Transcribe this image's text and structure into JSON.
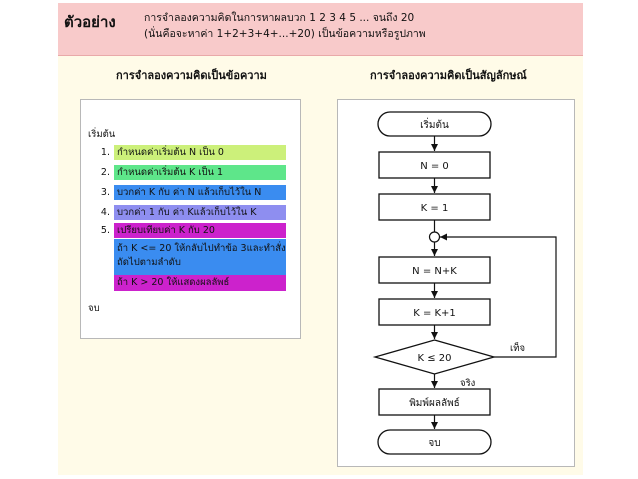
{
  "banner": {
    "label": "ตัวอย่าง",
    "line1": "การจำลองความคิดในการหาผลบวก 1  2  3  4  5 ... จนถึง 20",
    "line2": "(นั่นคือจะหาค่า 1+2+3+4+...+20) เป็นข้อความหรือรูปภาพ"
  },
  "headings": {
    "text_model": "การจำลองความคิดเป็นข้อความ",
    "symbol_model": "การจำลองความคิดเป็นสัญลักษณ์"
  },
  "text_steps": {
    "start": "เริ่มต้น",
    "end": "จบ",
    "steps": [
      {
        "num": "1.",
        "text": "กำหนดค่าเริ่มต้น N เป็น 0"
      },
      {
        "num": "2.",
        "text": "กำหนดค่าเริ่มต้น K เป็น 1"
      },
      {
        "num": "3.",
        "text": "บวกค่า K กับ ค่า N แล้วเก็บไว้ใน N"
      },
      {
        "num": "4.",
        "text": "บวกค่า 1 กับ ค่า Kแล้วเก็บไว้ใน K"
      },
      {
        "num": "5.",
        "text": "เปรียบเทียบค่า K กับ 20"
      }
    ],
    "sub_a": "ถ้า K <= 20 ให้กลับไปทำข้อ 3และทำสั่งถัดไปตามลำดับ",
    "sub_b": "ถ้า K > 20 ให้แสดงผลลัพธ์"
  },
  "flowchart": {
    "start": "เริ่มต้น",
    "n0": "N = 0",
    "k1": "K = 1",
    "nsum": "N = N+K",
    "kinc": "K = K+1",
    "decision": "K ≤ 20",
    "false_label": "เท็จ",
    "true_label": "จริง",
    "print": "พิมพ์ผลลัพธ์",
    "end": "จบ"
  },
  "colors": {
    "banner": "#f8caca",
    "step1": "#ccf07a",
    "step2": "#5ee68a",
    "step3": "#3a8cf0",
    "step4": "#8e8ef0",
    "step5": "#cc22cc",
    "sub_a": "#3a8cf0",
    "sub_b": "#cc22cc"
  }
}
